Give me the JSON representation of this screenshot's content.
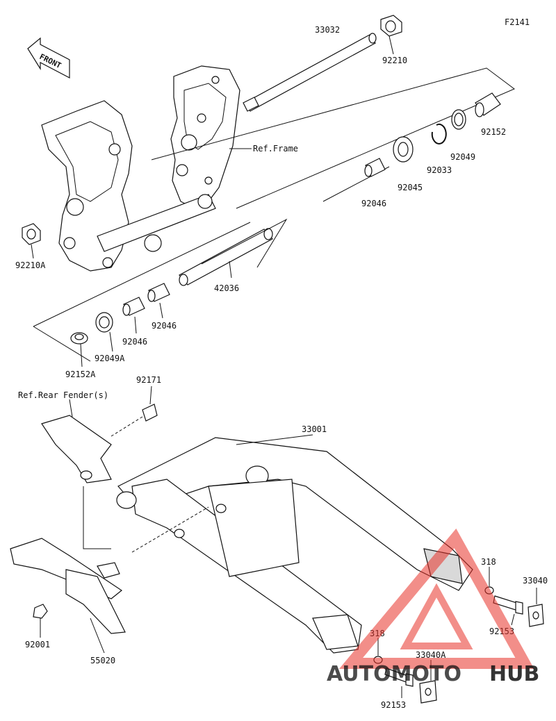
{
  "diagram": {
    "code": "F2141",
    "front_label": "FRONT",
    "refs": {
      "frame": "Ref.Frame",
      "rear_fender": "Ref.Rear Fender(s)"
    },
    "parts": [
      {
        "id": "33032",
        "label": "33032"
      },
      {
        "id": "92210",
        "label": "92210"
      },
      {
        "id": "92152",
        "label": "92152"
      },
      {
        "id": "92049",
        "label": "92049"
      },
      {
        "id": "92033",
        "label": "92033"
      },
      {
        "id": "92045",
        "label": "92045"
      },
      {
        "id": "92046a",
        "label": "92046"
      },
      {
        "id": "92210A",
        "label": "92210A"
      },
      {
        "id": "42036",
        "label": "42036"
      },
      {
        "id": "92046b",
        "label": "92046"
      },
      {
        "id": "92046c",
        "label": "92046"
      },
      {
        "id": "92049A",
        "label": "92049A"
      },
      {
        "id": "92152A",
        "label": "92152A"
      },
      {
        "id": "92171",
        "label": "92171"
      },
      {
        "id": "33001",
        "label": "33001"
      },
      {
        "id": "318a",
        "label": "318"
      },
      {
        "id": "33040",
        "label": "33040"
      },
      {
        "id": "92153a",
        "label": "92153"
      },
      {
        "id": "318b",
        "label": "318"
      },
      {
        "id": "33040A",
        "label": "33040A"
      },
      {
        "id": "92153b",
        "label": "92153"
      },
      {
        "id": "92001",
        "label": "92001"
      },
      {
        "id": "55020",
        "label": "55020"
      }
    ]
  },
  "watermark": {
    "part1": "AUTOMOTO",
    "part2": "HUB",
    "color_primary": "#f0a020",
    "color_secondary": "#555555",
    "triangle_color": "#e8322a"
  }
}
